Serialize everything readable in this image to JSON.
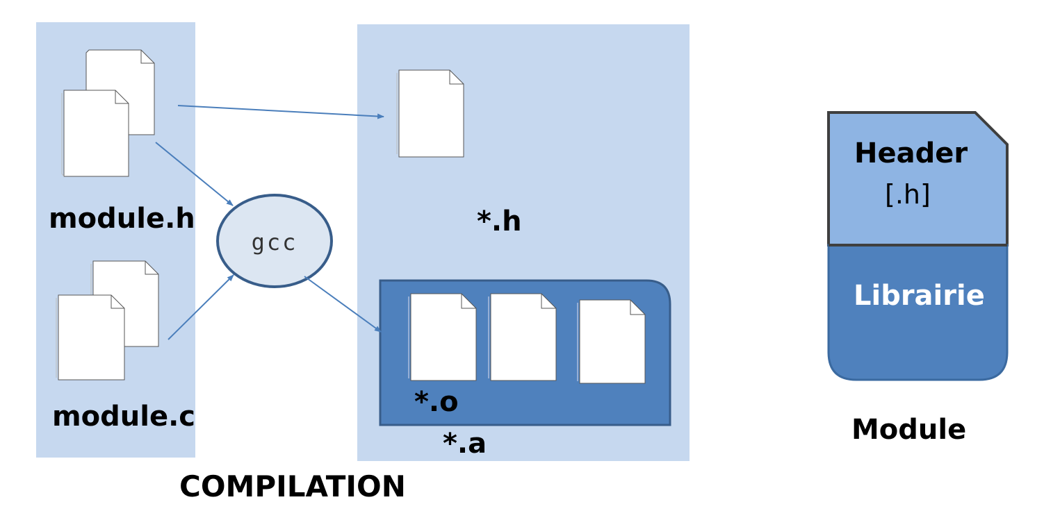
{
  "sources": {
    "header_label": "module.h",
    "source_label": "module.c"
  },
  "compiler": {
    "label": "gcc"
  },
  "outputs": {
    "headers_label": "*.h",
    "objects_label": "*.o",
    "archive_label": "*.a"
  },
  "caption": {
    "compilation": "COMPILATION",
    "module": "Module"
  },
  "module_shape": {
    "header_title": "Header",
    "header_ext": "[.h]",
    "library_title": "Librairie"
  },
  "colors": {
    "panel": "#c6d8ef",
    "archive": "#4f81bd",
    "arrow": "#4a7ebb",
    "gcc_fill": "#dce6f2",
    "gcc_stroke": "#385d8a",
    "header_fill": "#8eb4e3",
    "shape_stroke": "#3f3f3f"
  }
}
